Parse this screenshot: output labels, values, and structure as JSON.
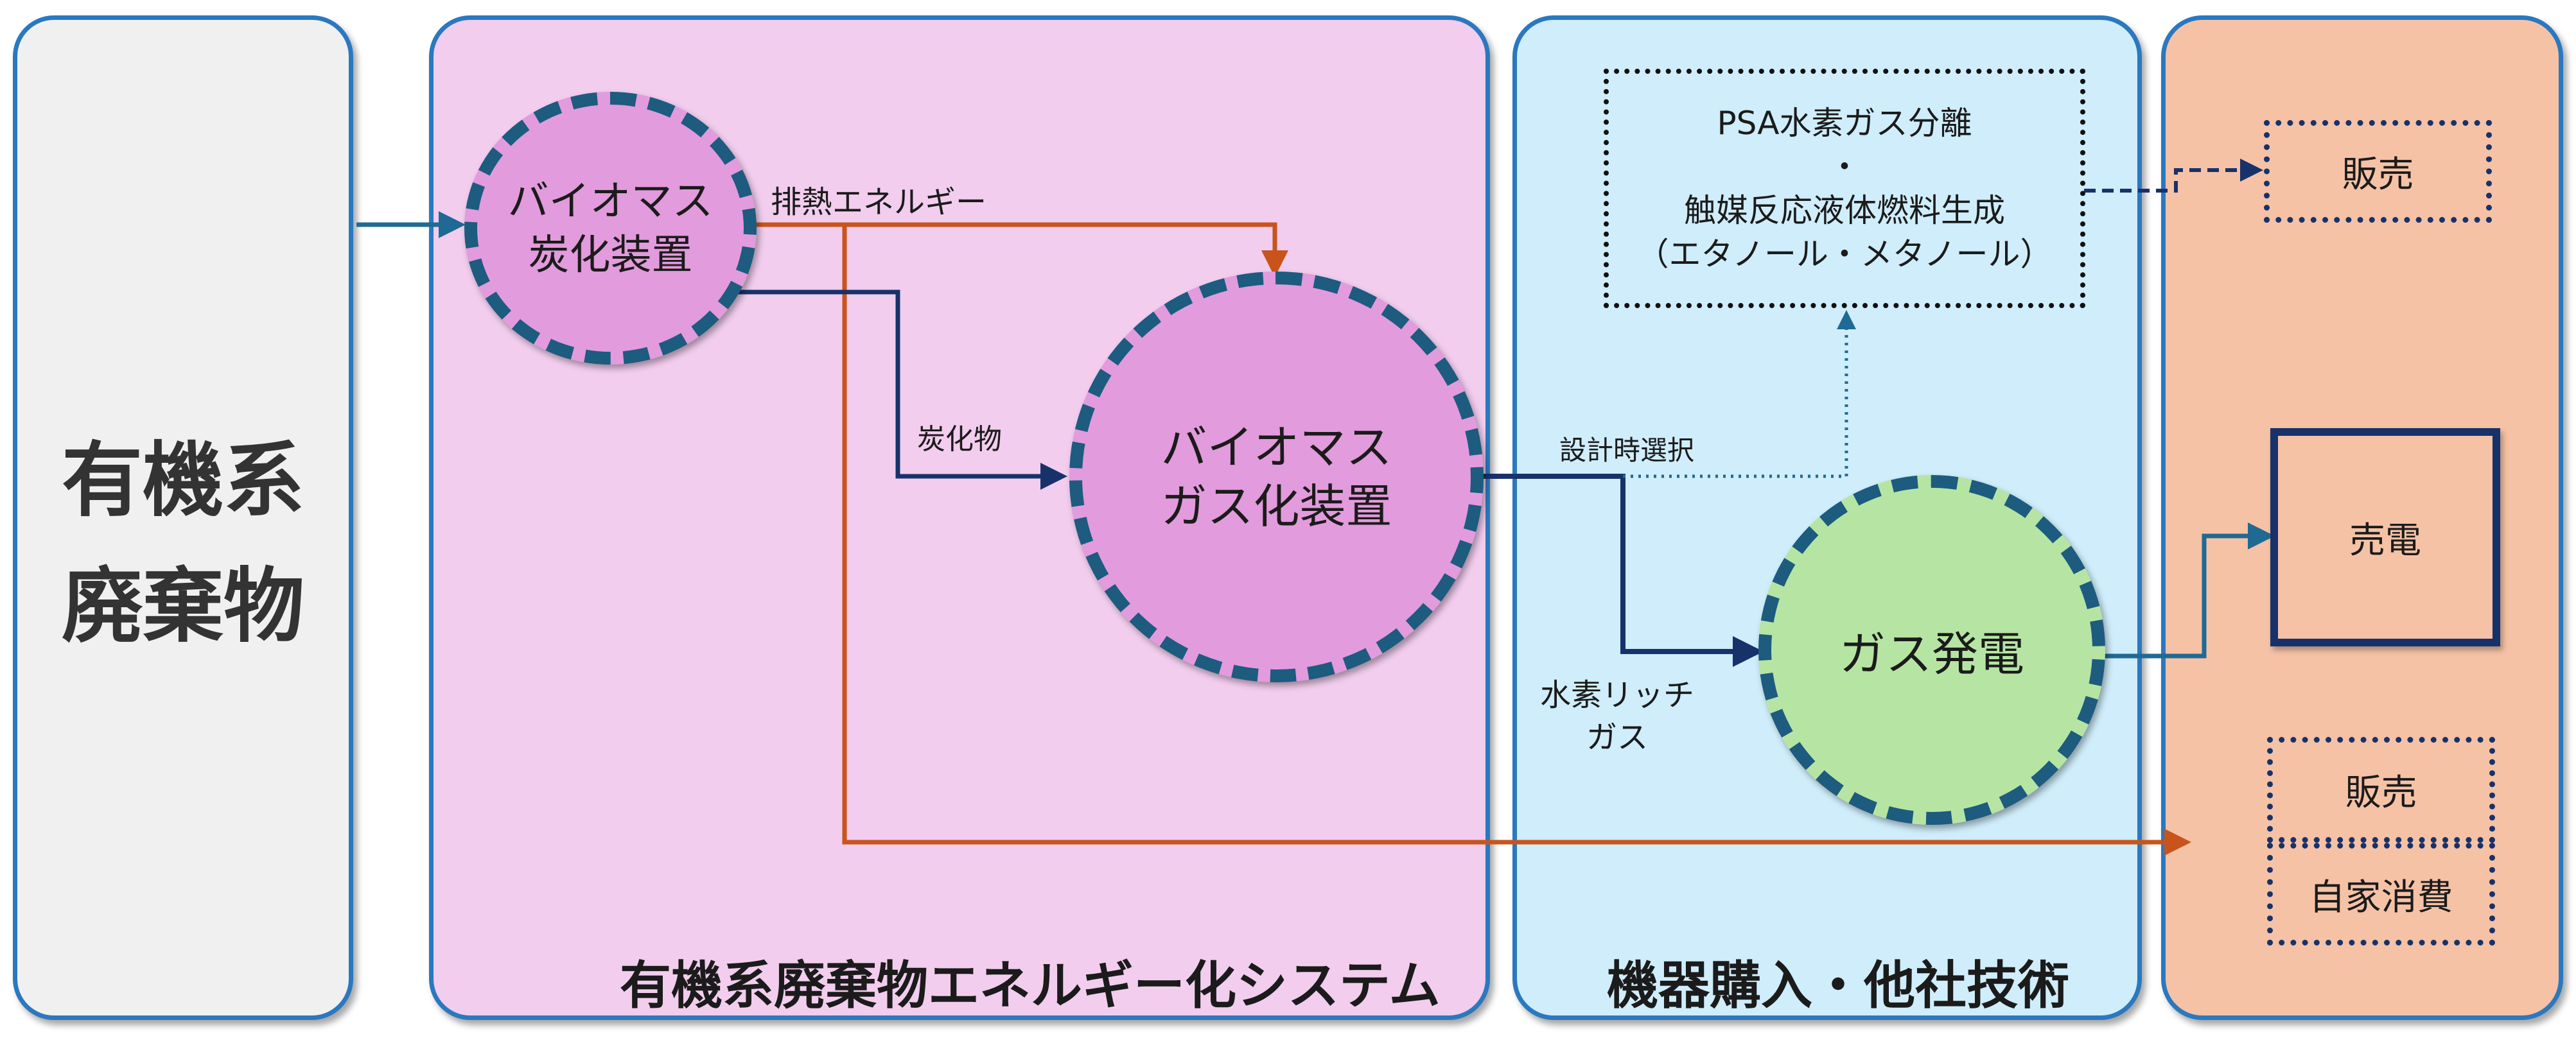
{
  "panels": {
    "source_title": "有機系\n廃棄物",
    "system_title": "有機系廃棄物エネルギー化システム",
    "purchase_title": "機器購入・他社技術"
  },
  "nodes": {
    "carbonizer": "バイオマス\n炭化装置",
    "gasifier": "バイオマス\nガス化装置",
    "gas_power": "ガス発電",
    "psa_box": "PSA水素ガス分離\n・\n触媒反応液体燃料生成\n（エタノール・メタノール）",
    "sale_top": "販売",
    "power_sale": "売電",
    "sale_bottom": "販売",
    "self_use": "自家消費"
  },
  "edges": {
    "waste_heat": "排熱エネルギー",
    "char": "炭化物",
    "design_choice": "設計時選択",
    "hydrogen_gas": "水素リッチ\nガス"
  },
  "colors": {
    "source_bg": "#f0f0f0",
    "system_bg": "#f2cdee",
    "purchase_bg": "#cfedfa",
    "output_bg": "#f5c2a6",
    "circle_fill": "#e29bdc",
    "gas_power_fill": "#b6e5a3",
    "arrow_orange": "#c8541c",
    "arrow_navy": "#17326a",
    "arrow_teal": "#1f6a94",
    "panel_border": "#2a78c0"
  }
}
